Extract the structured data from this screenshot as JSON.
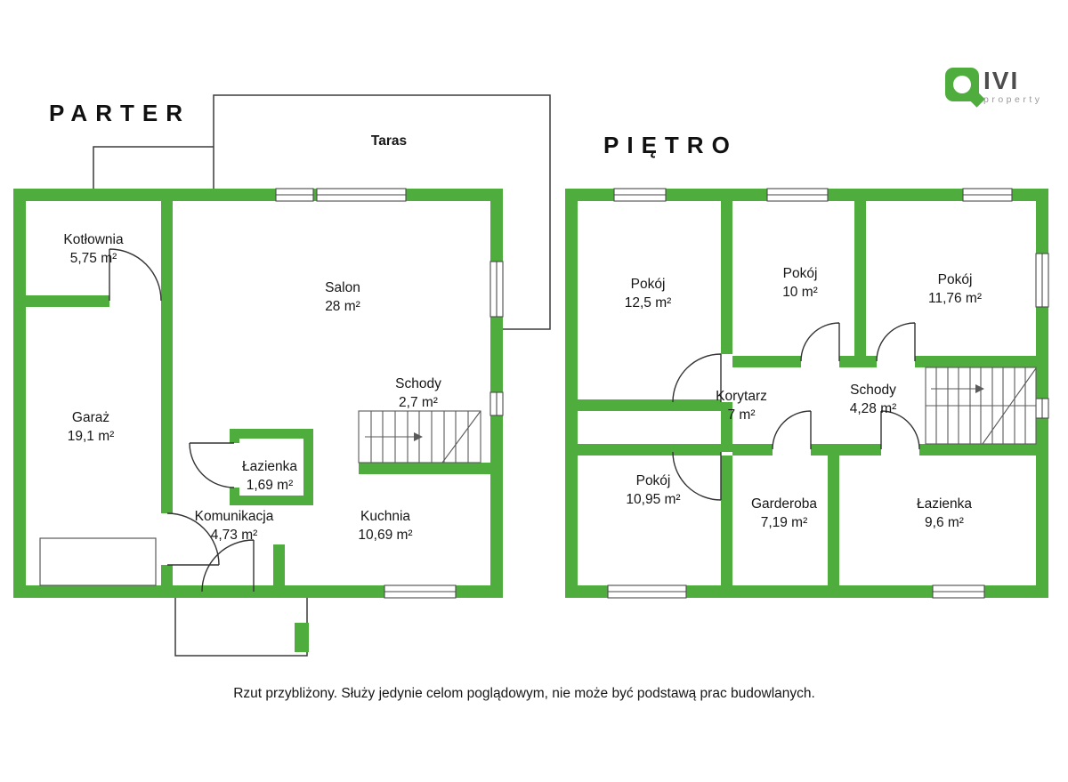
{
  "colors": {
    "wall_green": "#4fad3d"
  },
  "logo": {
    "brand": "IVI",
    "sub": "property"
  },
  "floors": {
    "parter": {
      "title": "PARTER",
      "terrace_label": "Taras",
      "rooms": {
        "kotlownia": {
          "name": "Kotłownia",
          "area": "5,75 m²"
        },
        "salon": {
          "name": "Salon",
          "area": "28 m²"
        },
        "garaz": {
          "name": "Garaż",
          "area": "19,1 m²"
        },
        "schody": {
          "name": "Schody",
          "area": "2,7 m²"
        },
        "lazienka": {
          "name": "Łazienka",
          "area": "1,69 m²"
        },
        "komunikacja": {
          "name": "Komunikacja",
          "area": "4,73 m²"
        },
        "kuchnia": {
          "name": "Kuchnia",
          "area": "10,69 m²"
        }
      }
    },
    "pietro": {
      "title": "PIĘTRO",
      "rooms": {
        "pokoj_1": {
          "name": "Pokój",
          "area": "12,5 m²"
        },
        "pokoj_2": {
          "name": "Pokój",
          "area": "10 m²"
        },
        "pokoj_3": {
          "name": "Pokój",
          "area": "11,76 m²"
        },
        "korytarz": {
          "name": "Korytarz",
          "area": "7 m²"
        },
        "schody": {
          "name": "Schody",
          "area": "4,28 m²"
        },
        "pokoj_4": {
          "name": "Pokój",
          "area": "10,95 m²"
        },
        "garderoba": {
          "name": "Garderoba",
          "area": "7,19 m²"
        },
        "lazienka": {
          "name": "Łazienka",
          "area": "9,6 m²"
        }
      }
    }
  },
  "disclaimer": "Rzut przybliżony. Służy jedynie celom poglądowym, nie może być podstawą prac budowlanych."
}
